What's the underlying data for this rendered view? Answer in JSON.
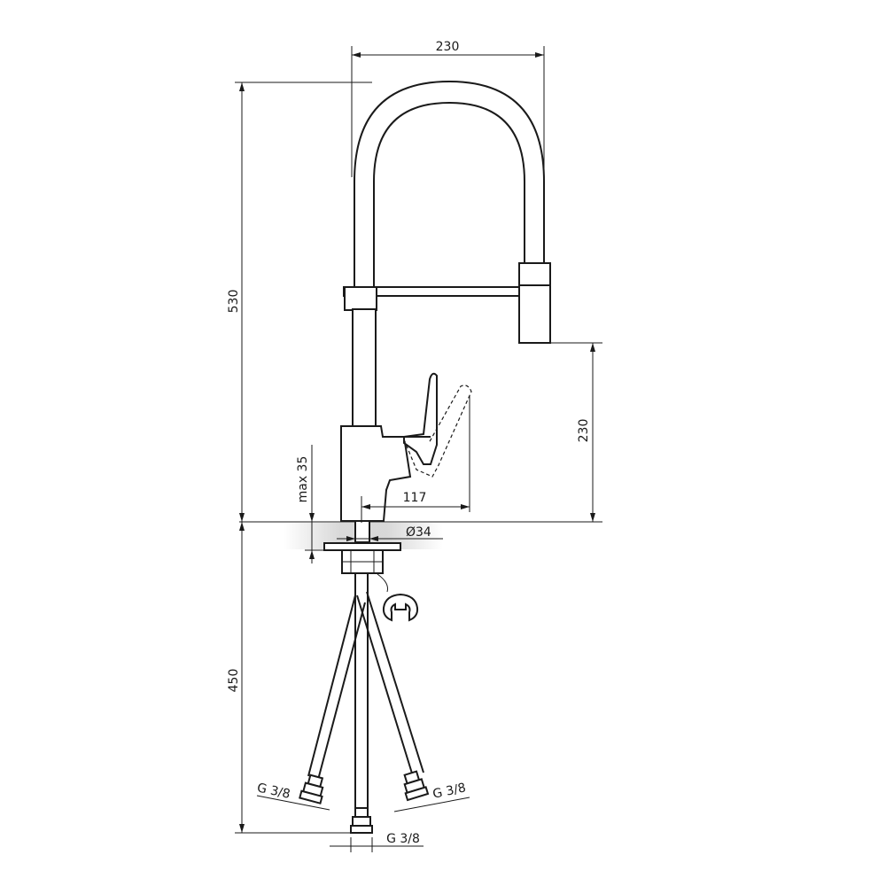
{
  "dimensions": {
    "spout_width": "230",
    "total_height": "530",
    "spout_outlet_height": "230",
    "reach": "117",
    "max_thickness": "max 35",
    "hole_diameter": "Ø34",
    "hose_length": "450",
    "connector_left": "G 3/8",
    "connector_right": "G 3/8",
    "connector_center": "G 3/8"
  },
  "colors": {
    "line": "#1a1a1a",
    "countertop_shade": "#d0d0d0",
    "background": "#ffffff"
  },
  "icons": {
    "retaining_clip": "horseshoe-clip-icon"
  }
}
